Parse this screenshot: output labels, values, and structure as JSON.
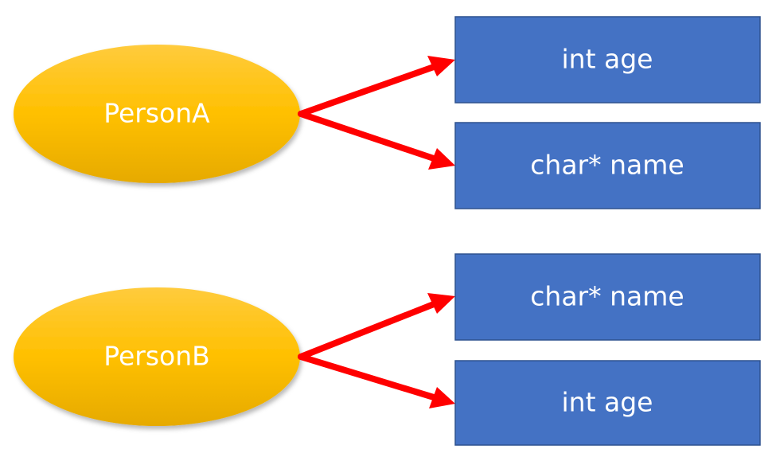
{
  "diagram": {
    "group_a": {
      "object": "PersonA",
      "fields": [
        "int age",
        "char* name"
      ]
    },
    "group_b": {
      "object": "PersonB",
      "fields": [
        "char* name",
        "int age"
      ]
    }
  },
  "colors": {
    "ellipse_fill_top": "#ffc93a",
    "ellipse_fill_bottom": "#e8ad00",
    "box_fill": "#4472c4",
    "box_border": "#2f528f",
    "arrow": "#ff0000",
    "text": "#ffffff"
  }
}
